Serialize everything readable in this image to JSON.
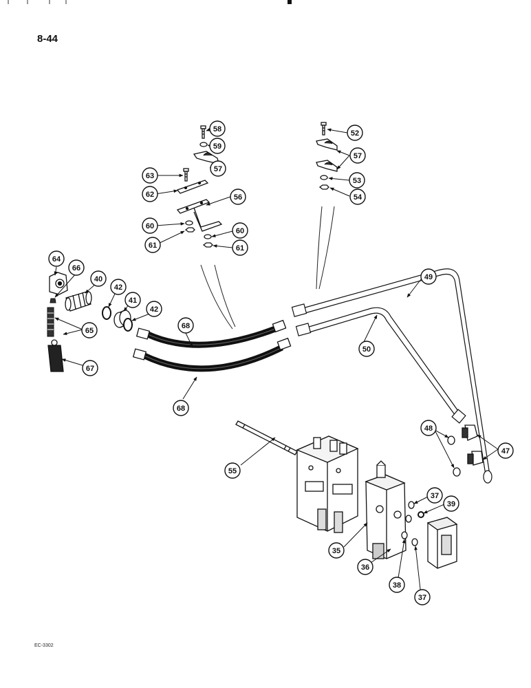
{
  "page_number": "8-44",
  "figure_code": "EC-3302",
  "callouts": [
    {
      "id": "c58",
      "label": "58"
    },
    {
      "id": "c59",
      "label": "59"
    },
    {
      "id": "c57a",
      "label": "57"
    },
    {
      "id": "c63",
      "label": "63"
    },
    {
      "id": "c62",
      "label": "62"
    },
    {
      "id": "c56",
      "label": "56"
    },
    {
      "id": "c60a",
      "label": "60"
    },
    {
      "id": "c61a",
      "label": "61"
    },
    {
      "id": "c60b",
      "label": "60"
    },
    {
      "id": "c61b",
      "label": "61"
    },
    {
      "id": "c52",
      "label": "52"
    },
    {
      "id": "c57b",
      "label": "57"
    },
    {
      "id": "c53",
      "label": "53"
    },
    {
      "id": "c54",
      "label": "54"
    },
    {
      "id": "c64",
      "label": "64"
    },
    {
      "id": "c66",
      "label": "66"
    },
    {
      "id": "c40",
      "label": "40"
    },
    {
      "id": "c42a",
      "label": "42"
    },
    {
      "id": "c41",
      "label": "41"
    },
    {
      "id": "c42b",
      "label": "42"
    },
    {
      "id": "c65",
      "label": "65"
    },
    {
      "id": "c67",
      "label": "67"
    },
    {
      "id": "c68a",
      "label": "68"
    },
    {
      "id": "c68b",
      "label": "68"
    },
    {
      "id": "c49",
      "label": "49"
    },
    {
      "id": "c50",
      "label": "50"
    },
    {
      "id": "c48",
      "label": "48"
    },
    {
      "id": "c47",
      "label": "47"
    },
    {
      "id": "c55",
      "label": "55"
    },
    {
      "id": "c37a",
      "label": "37"
    },
    {
      "id": "c39",
      "label": "39"
    },
    {
      "id": "c35",
      "label": "35"
    },
    {
      "id": "c36",
      "label": "36"
    },
    {
      "id": "c38",
      "label": "38"
    },
    {
      "id": "c37b",
      "label": "37"
    }
  ]
}
